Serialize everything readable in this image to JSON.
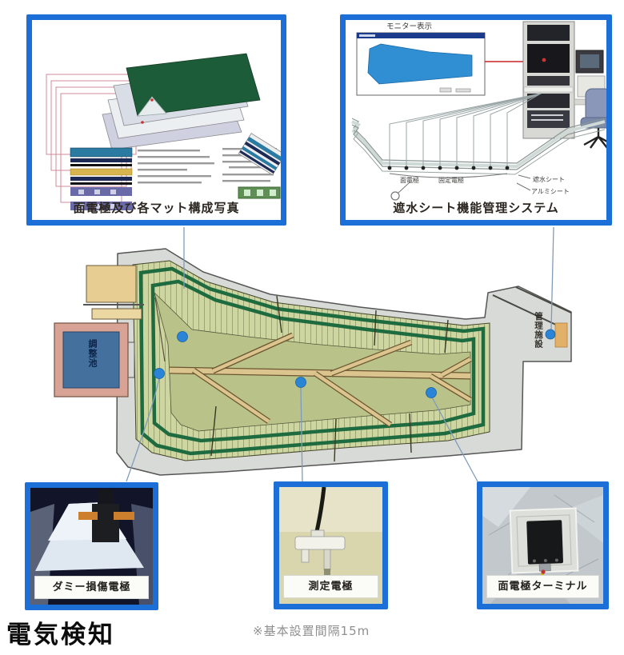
{
  "page": {
    "title": "電気検知",
    "footnote": "※基本設置間隔15m"
  },
  "panels": {
    "mat_panel": {
      "caption": "面電極及び各マット構成写真"
    },
    "system_panel": {
      "caption": "遮水シート機能管理システム",
      "monitor_label": "モニター表示",
      "surface_electrode_label": "面電極",
      "fixed_electrode_label": "固定電極",
      "water_sheet_label": "遮水シート",
      "aluminum_sheet_label": "アルミシート"
    },
    "dummy_panel": {
      "caption": "ダミー損傷電極"
    },
    "probe_panel": {
      "caption": "測定電極"
    },
    "terminal_panel": {
      "caption": "面電極ターミナル"
    }
  },
  "site_plan": {
    "pond_label": "調整池",
    "facility_label": "管理施設"
  },
  "colors": {
    "panel_border": "#1b6fd6",
    "callout_dot": "#2a85d6",
    "berm_green": "#1e6b40",
    "interior_olive": "#b9c389",
    "road_tan": "#dcc48e"
  }
}
